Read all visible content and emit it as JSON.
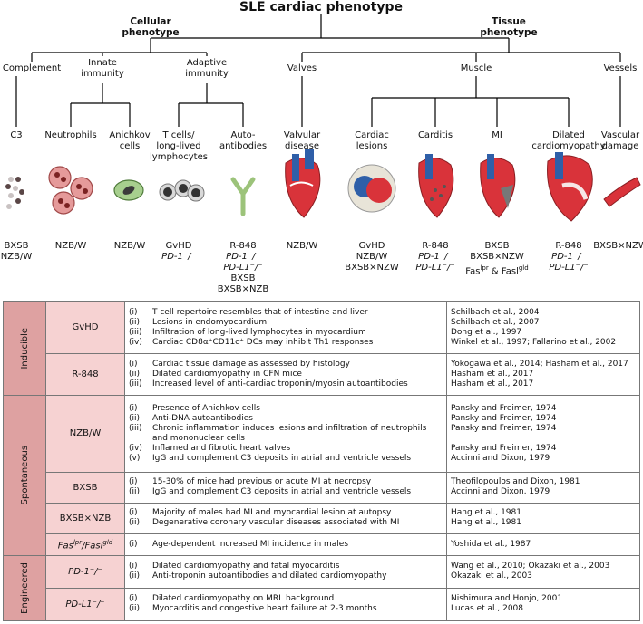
{
  "title": "SLE cardiac phenotype",
  "headers": {
    "cellular": "Cellular\nphenotype",
    "tissue": "Tissue\nphenotype"
  },
  "groups": {
    "complement": "Complement",
    "innate": "Innate\nimmunity",
    "adaptive": "Adaptive\nimmunity",
    "valves": "Valves",
    "muscle": "Muscle",
    "vessels": "Vessels"
  },
  "leaves": {
    "c3": "C3",
    "neutrophils": "Neutrophils",
    "anichkov": "Anichkov\ncells",
    "tcells": "T cells/\nlong-lived\nlymphocytes",
    "autoab": "Auto-\nantibodies",
    "valvular": "Valvular\ndisease",
    "cardiac_lesions": "Cardiac\nlesions",
    "carditis": "Carditis",
    "mi": "MI",
    "dilated": "Dilated\ncardiomyopathy",
    "vascular": "Vascular\ndamage"
  },
  "icon_names": [
    "c3-molecules-icon",
    "neutrophils-icon",
    "anichkov-cell-icon",
    "t-cells-icon",
    "antibody-icon",
    "heart-valvular-icon",
    "heart-section-icon",
    "heart-carditis-icon",
    "heart-mi-icon",
    "heart-dilated-icon",
    "vessel-icon"
  ],
  "models": {
    "c3": [
      "BXSB",
      "NZB/W"
    ],
    "neutrophils": [
      "NZB/W"
    ],
    "anichkov": [
      "NZB/W"
    ],
    "tcells": [
      "GvHD",
      "PD-1⁻/⁻"
    ],
    "autoab": [
      "R-848",
      "PD-1⁻/⁻",
      "PD-L1⁻/⁻",
      "BXSB",
      "BXSB×NZB"
    ],
    "valvular": [
      "NZB/W"
    ],
    "cardiac_lesions": [
      "GvHD",
      "NZB/W",
      "BXSB×NZW"
    ],
    "carditis": [
      "R-848",
      "PD-1⁻/⁻",
      "PD-L1⁻/⁻"
    ],
    "mi": [
      "BXSB",
      "BXSB×NZW",
      "Fas^lpr & Fasl^gld"
    ],
    "dilated": [
      "R-848",
      "PD-1⁻/⁻",
      "PD-L1⁻/⁻"
    ],
    "vascular": [
      "BXSB×NZW"
    ]
  },
  "table": {
    "categories": [
      "Inducible",
      "Spontaneous",
      "Engineered"
    ],
    "rows": [
      {
        "model": "GvHD",
        "findings": [
          [
            "(i)",
            "T cell repertoire resembles that of intestine and liver"
          ],
          [
            "(ii)",
            "Lesions in endomyocardium"
          ],
          [
            "(iii)",
            "Infiltration of long-lived lymphocytes in myocardium"
          ],
          [
            "(iv)",
            "Cardiac CD8α⁺CD11c⁺ DCs may inhibit Th1 responses"
          ]
        ],
        "refs": [
          "Schilbach et al., 2004",
          "Schilbach et al., 2007",
          "Dong et al., 1997",
          "Winkel et al., 1997; Fallarino et al., 2002"
        ]
      },
      {
        "model": "R-848",
        "findings": [
          [
            "(i)",
            "Cardiac tissue damage as assessed by histology"
          ],
          [
            "(ii)",
            "Dilated cardiomyopathy in CFN mice"
          ],
          [
            "(iii)",
            "Increased level of anti-cardiac troponin/myosin autoantibodies"
          ]
        ],
        "refs": [
          "Yokogawa et al., 2014; Hasham et al., 2017",
          "Hasham et al., 2017",
          "Hasham et al., 2017"
        ]
      },
      {
        "model": "NZB/W",
        "findings": [
          [
            "(i)",
            "Presence of Anichkov cells"
          ],
          [
            "(ii)",
            "Anti-DNA autoantibodies"
          ],
          [
            "(iii)",
            "Chronic inflammation induces lesions and infiltration of neutrophils"
          ],
          [
            "",
            "and mononuclear cells"
          ],
          [
            "(iv)",
            "Inflamed and fibrotic heart valves"
          ],
          [
            "(v)",
            "IgG and complement C3 deposits in atrial and ventricle vessels"
          ]
        ],
        "refs": [
          "Pansky and Freimer, 1974",
          "Pansky and Freimer, 1974",
          "Pansky and Freimer, 1974",
          "",
          "Pansky and Freimer, 1974",
          "Accinni and Dixon, 1979"
        ]
      },
      {
        "model": "BXSB",
        "findings": [
          [
            "(i)",
            "15-30% of mice had previous or acute MI at necropsy"
          ],
          [
            "(ii)",
            "IgG and complement C3 deposits in atrial and ventricle vessels"
          ]
        ],
        "refs": [
          "Theofilopoulos and Dixon, 1981",
          "Accinni and Dixon, 1979"
        ]
      },
      {
        "model": "BXSB×NZB",
        "findings": [
          [
            "(i)",
            "Majority of males had MI and myocardial lesion at autopsy"
          ],
          [
            "(ii)",
            "Degenerative coronary vascular diseases associated with MI"
          ]
        ],
        "refs": [
          "Hang et al., 1981",
          "Hang et al., 1981"
        ]
      },
      {
        "model": "Fas^lpr/Fasl^gld",
        "findings": [
          [
            "(i)",
            "Age-dependent increased MI incidence in males"
          ]
        ],
        "refs": [
          "Yoshida et al., 1987"
        ]
      },
      {
        "model": "PD-1⁻/⁻",
        "findings": [
          [
            "(i)",
            "Dilated cardiomyopathy and fatal myocarditis"
          ],
          [
            "(ii)",
            "Anti-troponin autoantibodies and dilated cardiomyopathy"
          ]
        ],
        "refs": [
          "Wang et al., 2010; Okazaki et al., 2003",
          "Okazaki et al., 2003"
        ]
      },
      {
        "model": "PD-L1⁻/⁻",
        "findings": [
          [
            "(i)",
            "Dilated cardiomyopathy on MRL background"
          ],
          [
            "(ii)",
            "Myocarditis and congestive heart failure at 2-3 months"
          ]
        ],
        "refs": [
          "Nishimura and Honjo, 2001",
          "Lucas et al., 2008"
        ]
      }
    ]
  },
  "colors": {
    "category": "#dea1a1",
    "model": "#f6d2d2",
    "heart_red": "#d9333a",
    "heart_blue": "#2f5fa8",
    "lines": "#000000"
  }
}
